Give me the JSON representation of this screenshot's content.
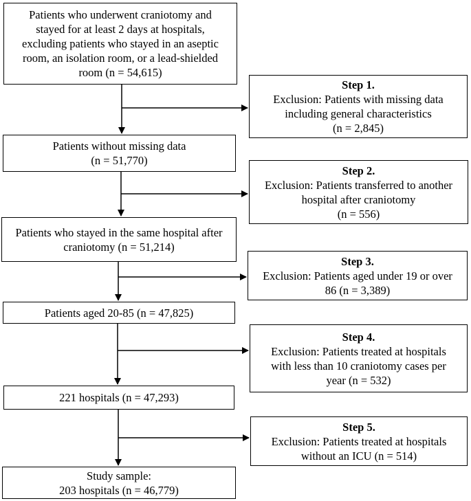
{
  "main_boxes": [
    {
      "lines": [
        "Patients who underwent craniotomy and",
        "stayed for at least 2 days at hospitals,",
        "excluding patients who stayed in an aseptic",
        "room, an isolation room, or a lead-shielded",
        "room (n = 54,615)"
      ]
    },
    {
      "lines": [
        "Patients without missing data",
        "(n = 51,770)"
      ]
    },
    {
      "lines": [
        "Patients who stayed in the same hospital after",
        "craniotomy (n = 51,214)"
      ]
    },
    {
      "lines": [
        "Patients aged 20-85 (n = 47,825)"
      ]
    },
    {
      "lines": [
        "221 hospitals (n = 47,293)"
      ]
    },
    {
      "lines": [
        "Study sample:",
        "203 hospitals (n = 46,779)"
      ]
    }
  ],
  "exclusion_boxes": [
    {
      "step": "Step 1.",
      "lines": [
        "Exclusion: Patients with missing data",
        "including general characteristics",
        "(n = 2,845)"
      ]
    },
    {
      "step": "Step 2.",
      "lines": [
        "Exclusion: Patients transferred to another",
        "hospital after craniotomy",
        "(n = 556)"
      ]
    },
    {
      "step": "Step 3.",
      "lines": [
        "Exclusion: Patients aged under 19 or over",
        "86 (n = 3,389)"
      ]
    },
    {
      "step": "Step 4.",
      "lines": [
        "Exclusion: Patients treated at hospitals",
        "with less than 10 craniotomy cases per",
        "year (n = 532)"
      ]
    },
    {
      "step": "Step 5.",
      "lines": [
        "Exclusion: Patients treated at hospitals",
        "without an ICU (n = 514)"
      ]
    }
  ]
}
